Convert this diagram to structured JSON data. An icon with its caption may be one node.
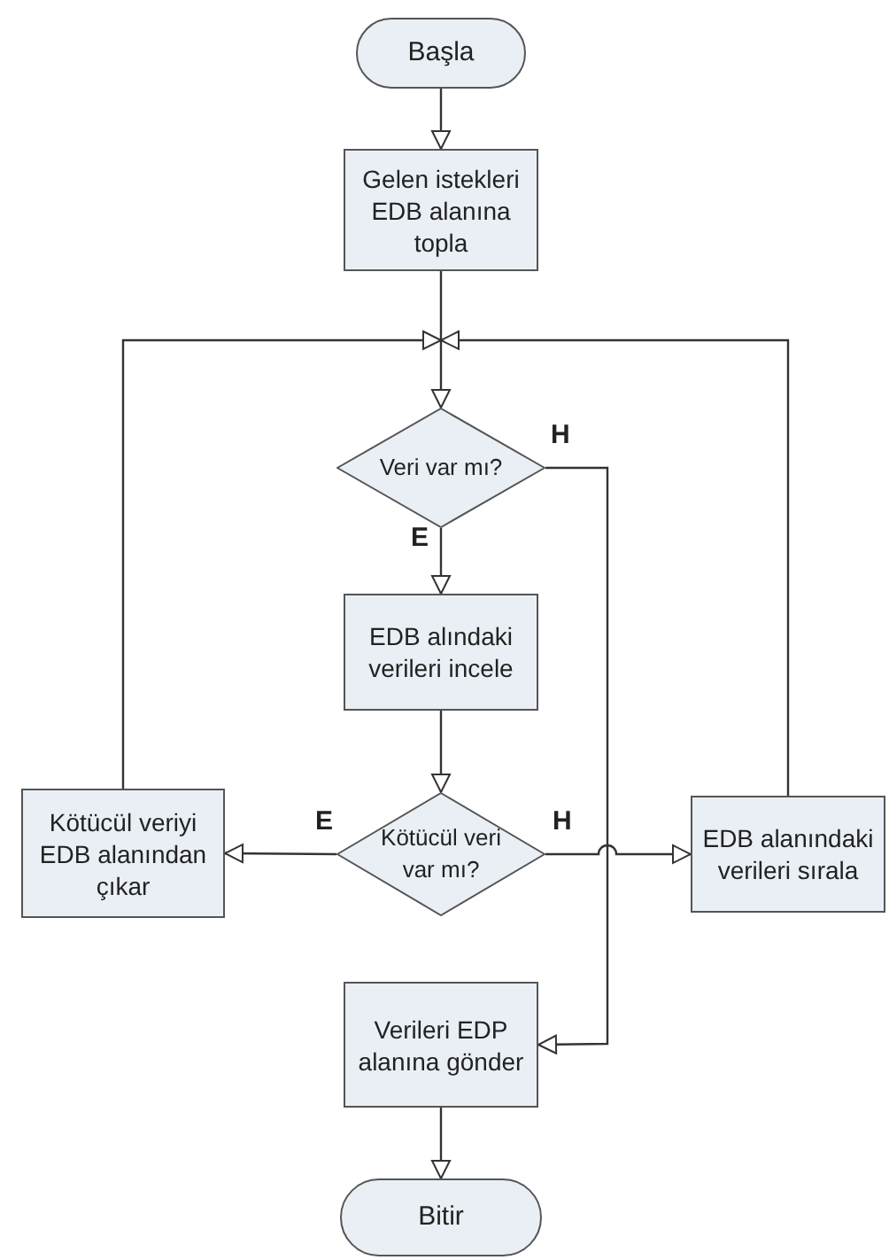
{
  "diagram": {
    "nodes": [
      {
        "text": [
          "Başla"
        ]
      },
      {
        "text": [
          "Gelen istekleri EDB alanına topla"
        ]
      },
      {
        "text": [
          "Veri var mı?"
        ]
      },
      {
        "text": [
          "EDB alındaki verileri incele"
        ]
      },
      {
        "text": [
          "Kötücül veri var mı?"
        ]
      },
      {
        "text": [
          "Kötücül veriyi EDB alanından çıkar"
        ]
      },
      {
        "text": [
          "EDB alanındaki verileri sırala"
        ]
      },
      {
        "text": [
          "Verileri EDP alanına gönder"
        ]
      },
      {
        "text": [
          "Bitir"
        ]
      }
    ],
    "edges": [
      {
        "from": 0,
        "to": 1,
        "arrow": "to"
      },
      {
        "from": 1,
        "to": 2,
        "arrow": "to"
      },
      {
        "from": 2,
        "to": 3,
        "arrow": "to",
        "label": "E"
      },
      {
        "from": 2,
        "to": 7,
        "arrow": "to",
        "label": "H"
      },
      {
        "from": 3,
        "to": 4,
        "arrow": "to"
      },
      {
        "from": 4,
        "to": 5,
        "arrow": "to",
        "label": "E"
      },
      {
        "from": 4,
        "to": 6,
        "arrow": "to",
        "label": "H"
      },
      {
        "from": 5,
        "to": 2,
        "arrow": "to"
      },
      {
        "from": 6,
        "to": 2,
        "arrow": "to"
      },
      {
        "from": 7,
        "to": 8,
        "arrow": "to"
      }
    ]
  }
}
